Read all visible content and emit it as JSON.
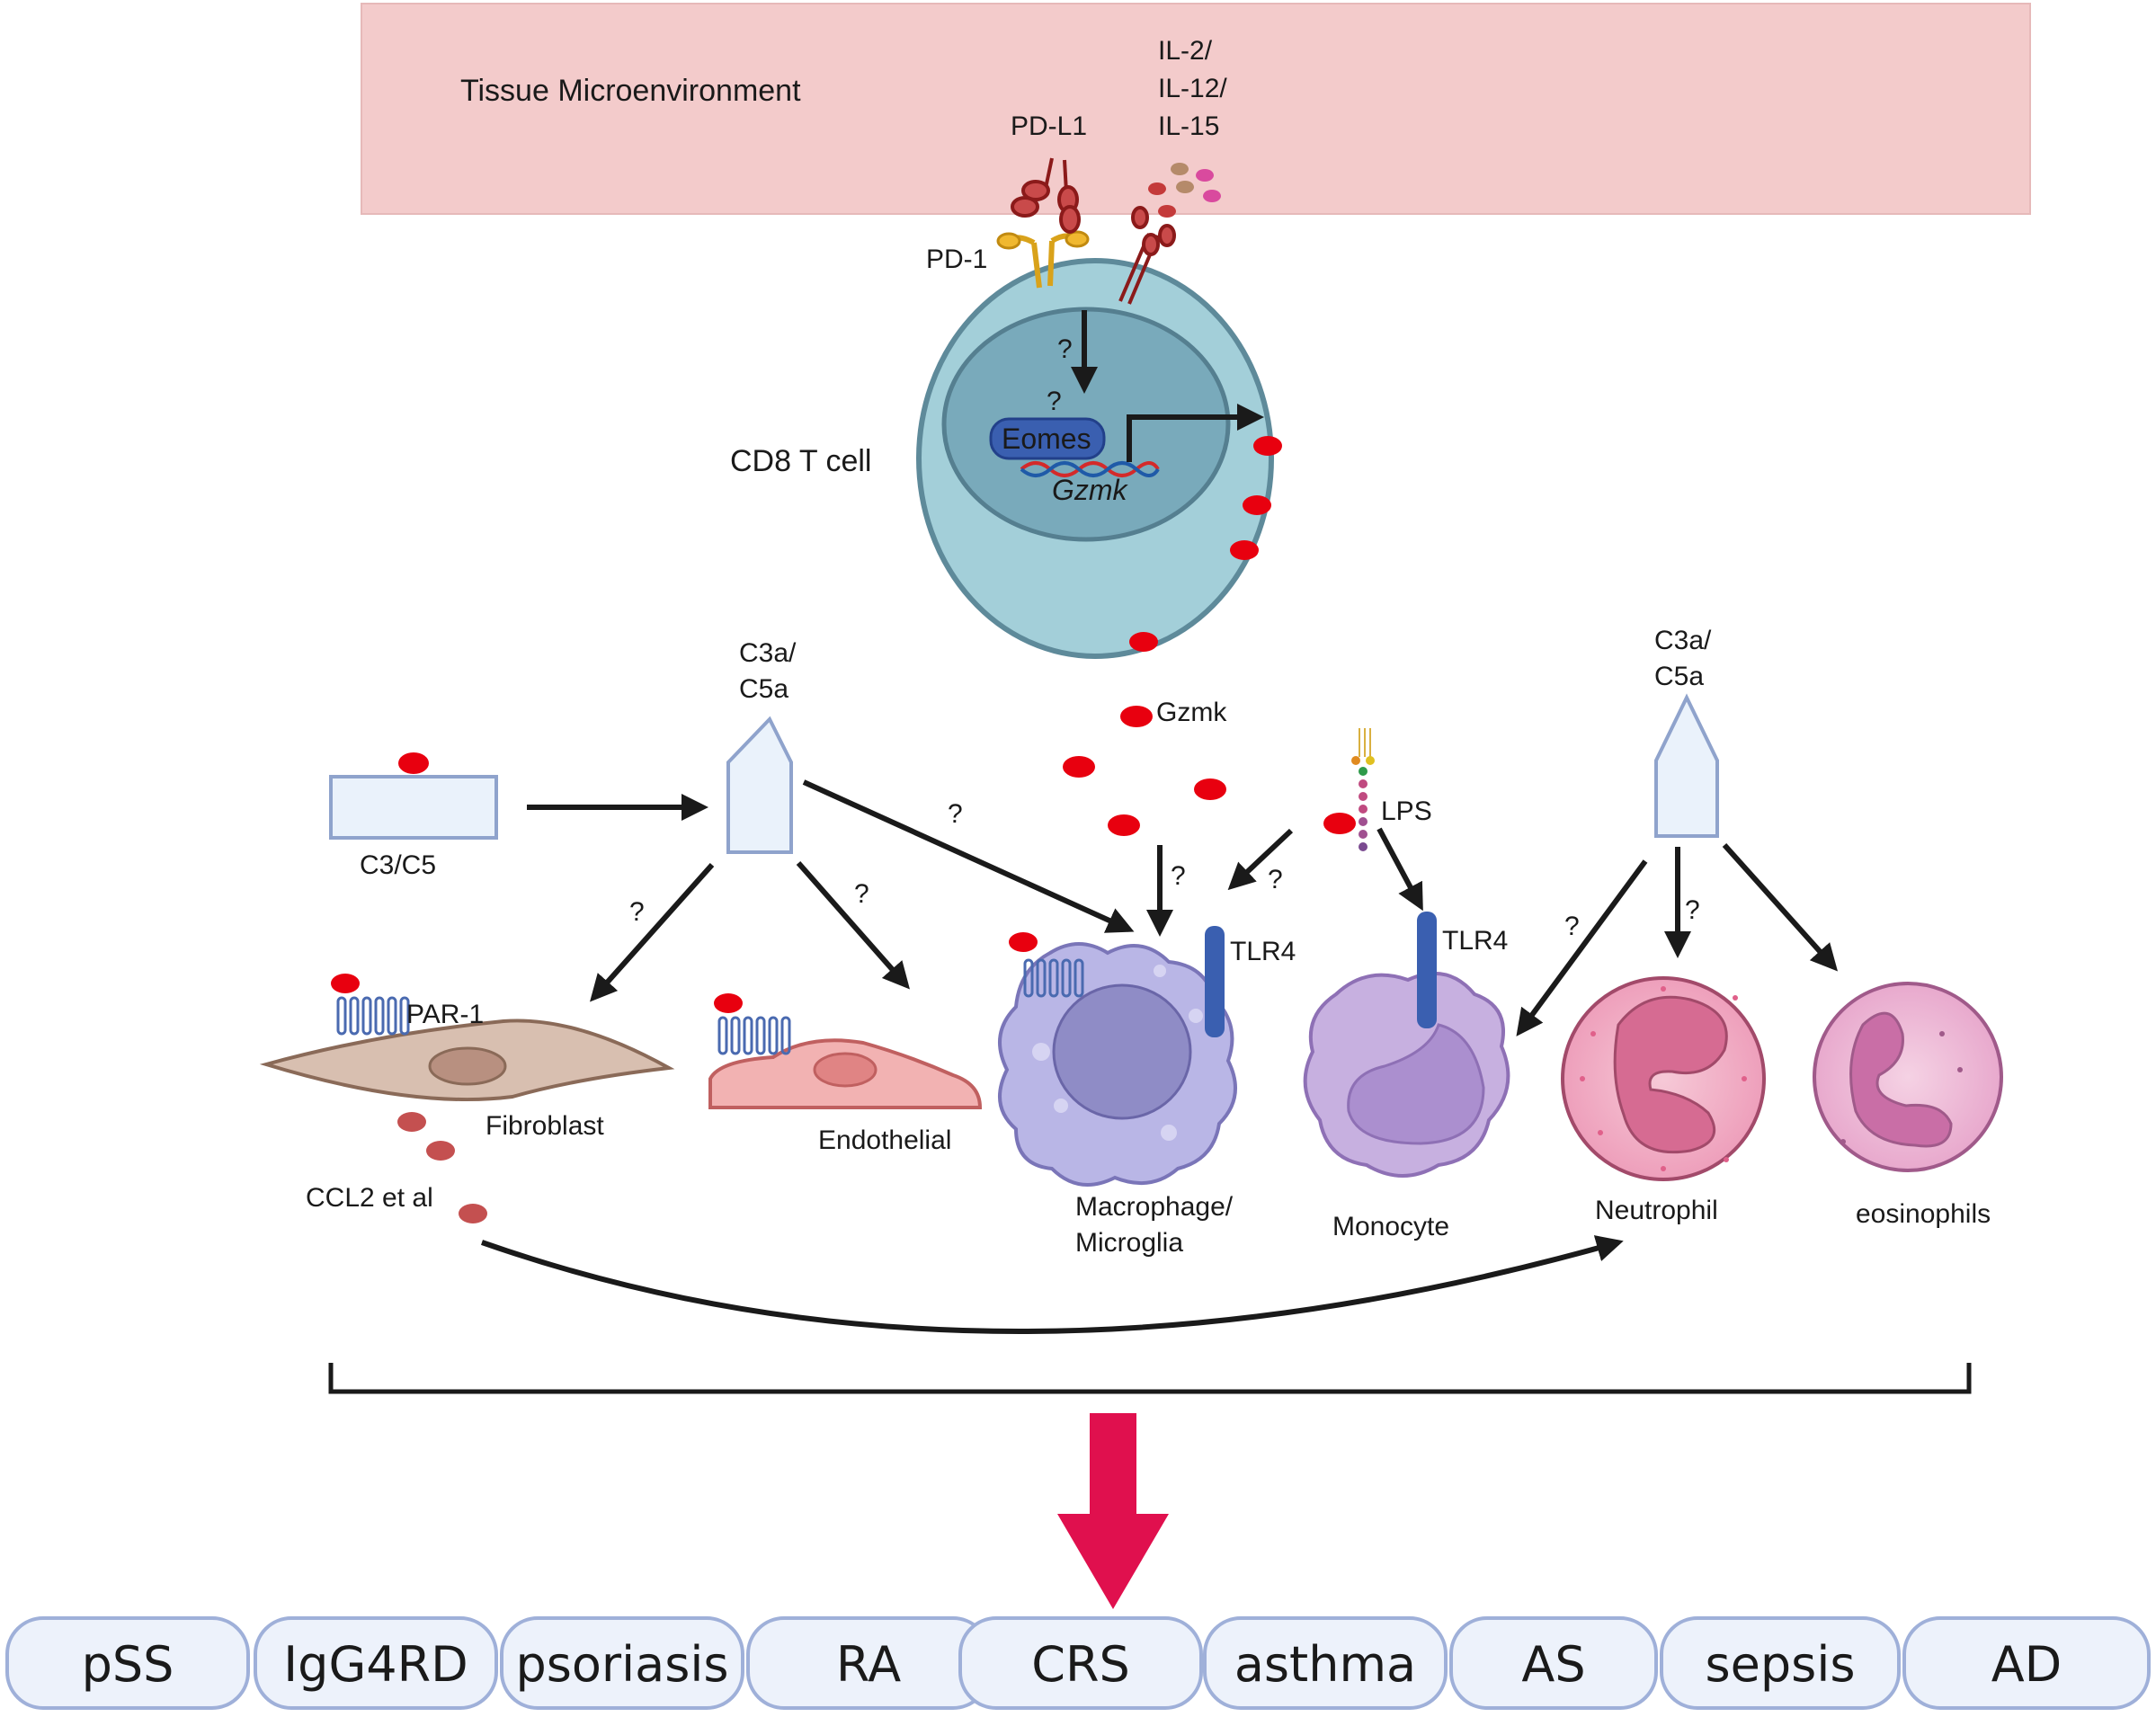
{
  "tissue_label": "Tissue Microenvironment",
  "cytokines_label": [
    "IL-2/",
    "IL-12/",
    "IL-15"
  ],
  "pdl1_label": "PD-L1",
  "pd1_label": "PD-1",
  "cd8_label": "CD8 T cell",
  "eomes_label": "Eomes",
  "gzmk_gene_label": "Gzmk",
  "gzmk_label": "Gzmk",
  "c3a_left": [
    "C3a/",
    "C5a"
  ],
  "c3a_right": [
    "C3a/",
    "C5a"
  ],
  "c3c5_label": "C3/C5",
  "lps_label": "LPS",
  "tlr4_label": "TLR4",
  "par1_label": "PAR-1",
  "question_mark": "?",
  "cells": {
    "fibroblast": "Fibroblast",
    "endothelial": "Endothelial",
    "macrophage": [
      "Macrophage/",
      "Microglia"
    ],
    "monocyte": "Monocyte",
    "neutrophil": "Neutrophil",
    "eosinophils": "eosinophils"
  },
  "ccl2_label": "CCL2 et al",
  "diseases": [
    "pSS",
    "IgG4RD",
    "psoriasis",
    "RA",
    "CRS",
    "asthma",
    "AS",
    "sepsis",
    "AD"
  ],
  "colors": {
    "tissue": "#f3cbcb",
    "tcell_outer": "#a3cfd9",
    "nucleus": "#79aabb",
    "granule": "#e8000f",
    "pill_fill": "#edf2fb",
    "pill_border": "#9fb0d9",
    "big_arrow": "#e0104e"
  }
}
